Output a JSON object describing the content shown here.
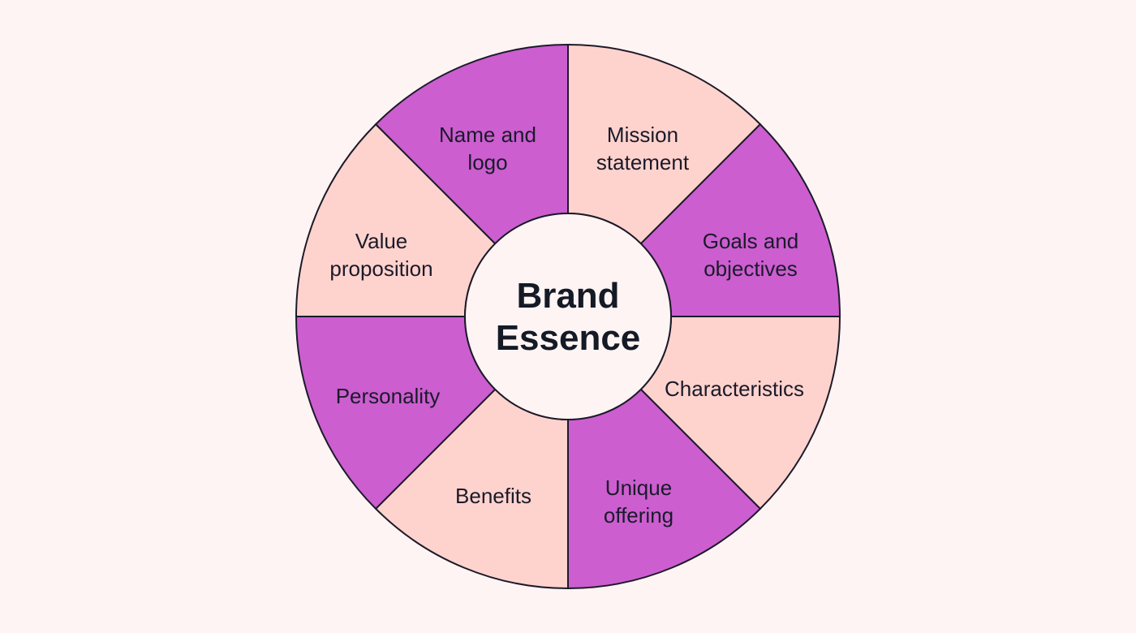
{
  "diagram": {
    "center": {
      "lines": [
        "Brand",
        "Essence"
      ],
      "fill": "#fef4f3"
    },
    "colors": {
      "background": "#fef4f3",
      "pink": "#ffd3cd",
      "purple": "#cc5ed0",
      "stroke": "#1c1a2a",
      "text": "#1a1a2a"
    },
    "segments": [
      {
        "id": "name-and-logo",
        "lines": [
          "Name and",
          "logo"
        ],
        "color": "pink"
      },
      {
        "id": "mission-statement",
        "lines": [
          "Mission",
          "statement"
        ],
        "color": "purple"
      },
      {
        "id": "goals-and-objectives",
        "lines": [
          "Goals and",
          "objectives"
        ],
        "color": "pink"
      },
      {
        "id": "characteristics",
        "lines": [
          "Characteristics"
        ],
        "color": "purple"
      },
      {
        "id": "unique-offering",
        "lines": [
          "Unique",
          "offering"
        ],
        "color": "pink"
      },
      {
        "id": "benefits",
        "lines": [
          "Benefits"
        ],
        "color": "purple"
      },
      {
        "id": "personality",
        "lines": [
          "Personality"
        ],
        "color": "pink"
      },
      {
        "id": "value-proposition",
        "lines": [
          "Value",
          "proposition"
        ],
        "color": "purple"
      }
    ]
  }
}
